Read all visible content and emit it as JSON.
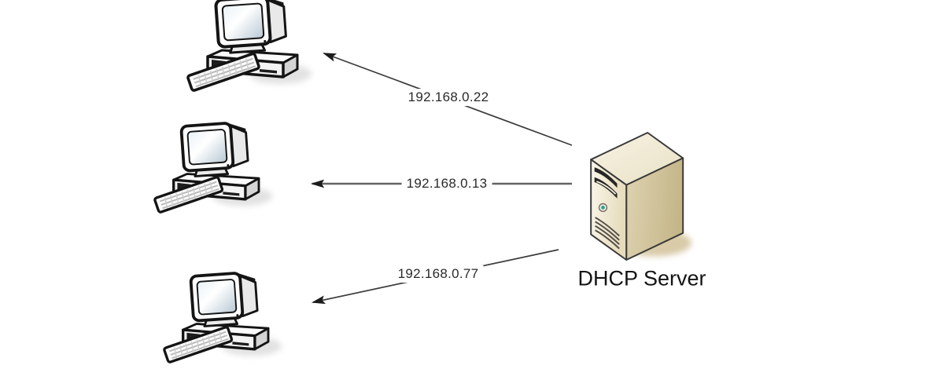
{
  "diagram": {
    "server": {
      "label": "DHCP Server",
      "icon": "tower-server-icon"
    },
    "clients": [
      {
        "assigned_ip": "192.168.0.22",
        "icon": "desktop-computer-icon"
      },
      {
        "assigned_ip": "192.168.0.13",
        "icon": "desktop-computer-icon"
      },
      {
        "assigned_ip": "192.168.0.77",
        "icon": "desktop-computer-icon"
      }
    ],
    "colors": {
      "background": "#ffffff",
      "server_front": "#f3edd8",
      "server_side": "#cdbf97",
      "server_shadow": "#d9cba8",
      "arrow": "#3b3b3b",
      "label_text": "#2a2a2a",
      "power_led": "#27a08e"
    }
  }
}
